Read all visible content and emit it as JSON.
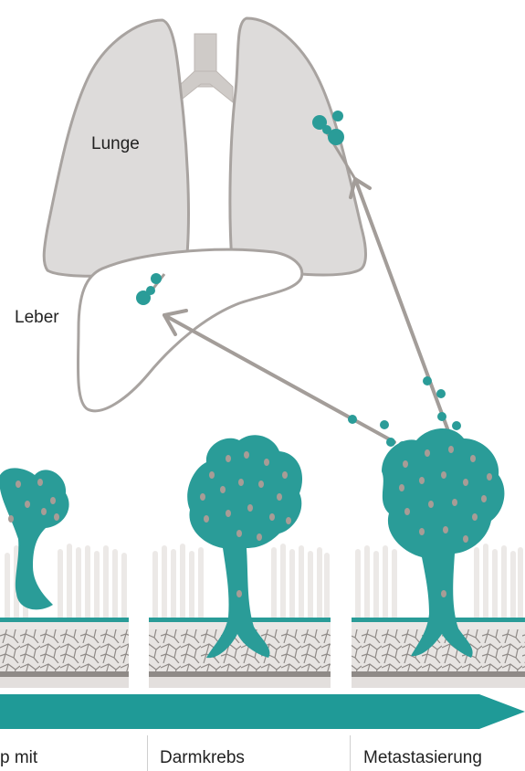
{
  "labels": {
    "lung": "Lunge",
    "liver": "Leber"
  },
  "stages": [
    {
      "label": "p mit"
    },
    {
      "label": "Darmkrebs"
    },
    {
      "label": "Metastasierung"
    }
  ],
  "colors": {
    "tumor": "#2a9c98",
    "tumor_spots": "#a89c96",
    "organ_fill": "#dddbda",
    "organ_stroke": "#a8a3a0",
    "arrow": "#a39d99",
    "progress_bar": "#1f9a97",
    "tissue": "#eae7e5"
  }
}
